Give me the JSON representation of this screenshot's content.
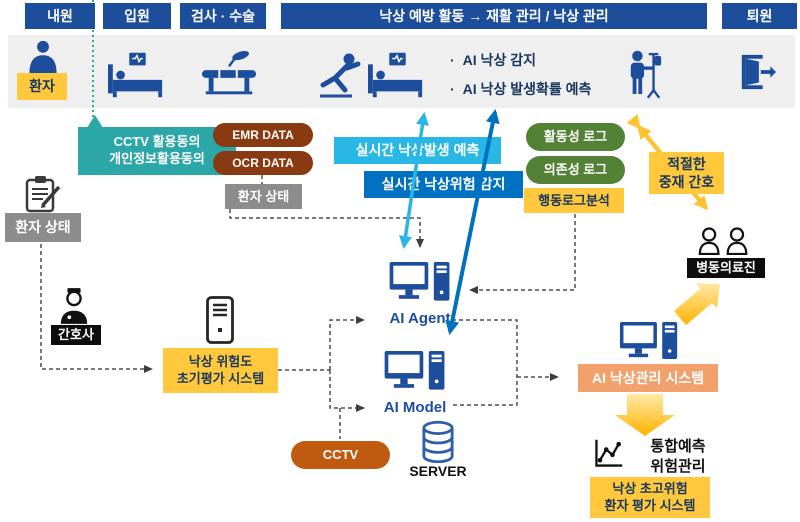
{
  "ui": {
    "bullet": "·"
  },
  "phases": {
    "p1": "내원",
    "p2": "입원",
    "p3": "검사 · 수술",
    "p4": "낙상 예방 활동 → 재활 관리 / 낙상 관리",
    "p5": "퇴원"
  },
  "icon_row": {
    "patient": "환자",
    "ai_points": [
      "AI 낙상 감지",
      "AI 낙상 발생확률 예측"
    ]
  },
  "left": {
    "consent_l1": "CCTV 활용동의",
    "consent_l2": "개인정보활용동의",
    "patient_state": "환자 상태",
    "nurse": "간호사",
    "initial_l1": "낙상 위험도",
    "initial_l2": "초기평가 시스템"
  },
  "inputs": {
    "emr": "EMR DATA",
    "ocr": "OCR DATA",
    "patient_state": "환자 상태",
    "cctv": "CCTV"
  },
  "realtime": {
    "predict": "실시간 낙상발생 예측",
    "detect": "실시간 낙상위험 감지"
  },
  "logs": {
    "activity": "활동성 로그",
    "dependency": "의존성 로그",
    "behavior": "행동로그분석"
  },
  "right": {
    "intervention_l1": "적절한",
    "intervention_l2": "중재 간호",
    "ward_staff": "병동의료진",
    "fall_mgmt": "AI 낙상관리 시스템",
    "integrated_l1": "통합예측",
    "integrated_l2": "위험관리",
    "high_risk_l1": "낙상 초고위험",
    "high_risk_l2": "환자 평가 시스템"
  },
  "core": {
    "agent": "AI Agent",
    "model": "AI Model",
    "server": "SERVER"
  },
  "colors": {
    "header_blue": "#1d4e9b",
    "teal": "#2aa7a6",
    "brown": "#8a3a10",
    "cyan": "#29b7e5",
    "blue": "#0070c0",
    "green": "#538135",
    "yellow": "#ffc83d",
    "orange": "#c05a11",
    "salmon": "#f2a06c",
    "gray_box": "#8c8c8c"
  }
}
